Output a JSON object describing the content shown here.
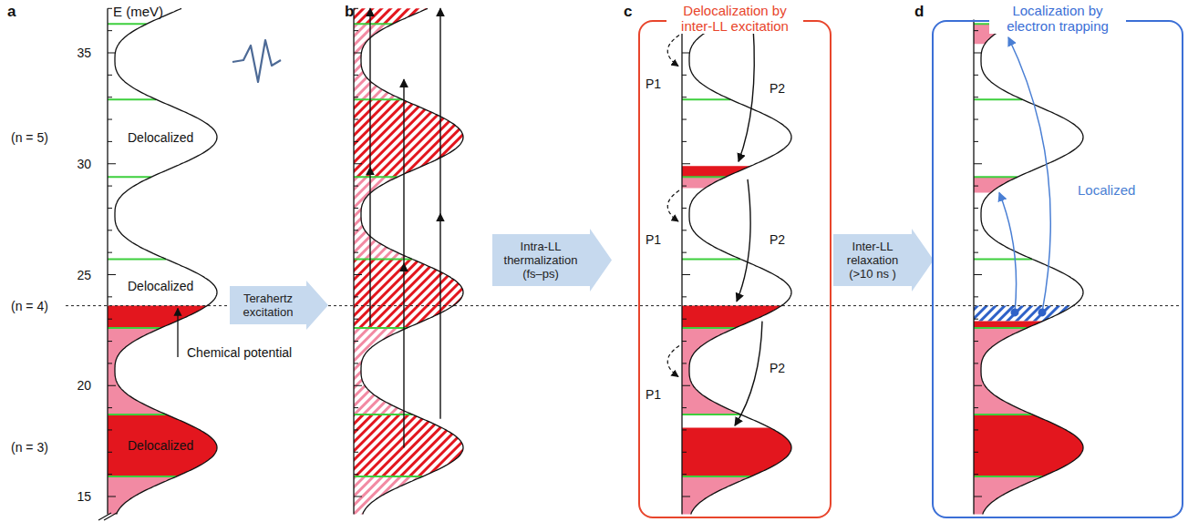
{
  "diagram": {
    "nodes": [
      {
        "text": [
          "Terahertz excitation"
        ]
      },
      {
        "text": [
          "Intra-LL thermalization (fs–ps)"
        ]
      },
      {
        "text": [
          "Delocalization by inter-LL excitation"
        ]
      },
      {
        "text": [
          "Inter-LL relaxation (>10 ns )"
        ]
      },
      {
        "text": [
          "Localization by electron trapping"
        ]
      }
    ],
    "labels": [
      "a",
      "E (meV)",
      "35",
      "30",
      "25",
      "20",
      "15",
      "(n = 5)",
      "(n = 4)",
      "(n = 3)",
      "Delocalized",
      "Delocalized",
      "Delocalized",
      "Chemical potential",
      "b",
      "c",
      "P1",
      "P1",
      "P1",
      "P2",
      "P2",
      "P2",
      "d",
      "Localized"
    ]
  }
}
